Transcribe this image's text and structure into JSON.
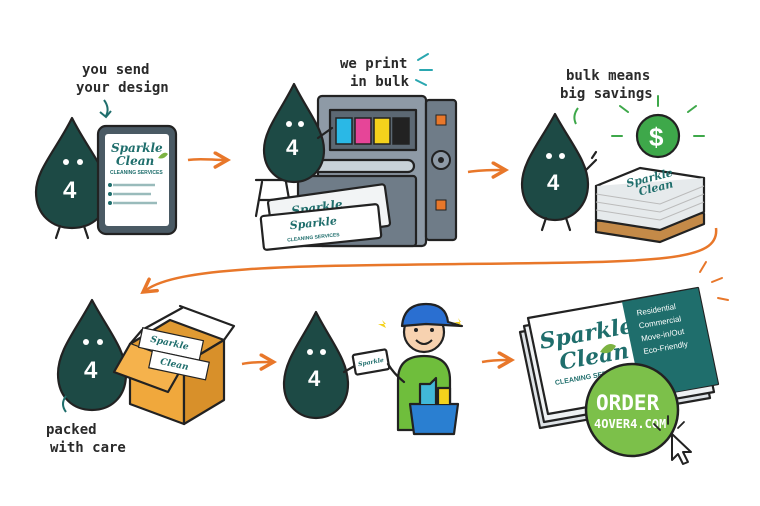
{
  "captions": {
    "send": [
      "you send",
      "your design"
    ],
    "print": [
      "we print",
      "in bulk"
    ],
    "savings": [
      "bulk means",
      "big savings"
    ],
    "packed": [
      "packed",
      "with care"
    ]
  },
  "mascot_number": "4",
  "brand": {
    "name_line1": "Sparkle",
    "name_line2": "Clean",
    "tagline": "CLEANING SERVICES"
  },
  "card_services": [
    "Residential",
    "Commercial",
    "Move-in/Out",
    "Eco-Friendly"
  ],
  "currency_symbol": "$",
  "order_badge": {
    "title": "ORDER",
    "url": "4OVER4.COM"
  },
  "colors": {
    "mascot": "#1d4a45",
    "accent_orange": "#e8772a",
    "brand_teal": "#1f6e6c",
    "leaf_green": "#7cb342",
    "order_green": "#7cc04a",
    "money_green": "#3ea84a",
    "box_orange": "#f0a83c"
  },
  "icons": [
    "drop-mascot-icon",
    "tablet-icon",
    "printer-icon",
    "money-icon",
    "box-icon",
    "spray-bottle-icon",
    "cursor-icon",
    "leaf-icon"
  ]
}
